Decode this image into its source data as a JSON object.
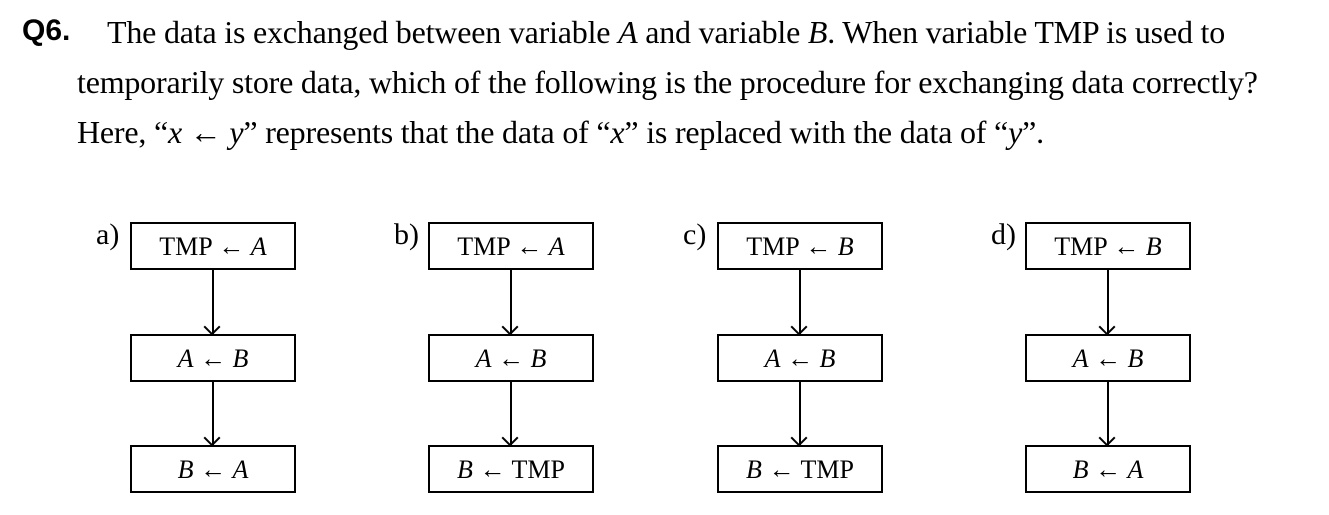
{
  "question": {
    "label": "Q6.",
    "line1": [
      {
        "t": "The data is exchanged between variable ",
        "i": false
      },
      {
        "t": "A",
        "i": true
      },
      {
        "t": " and variable ",
        "i": false
      },
      {
        "t": "B",
        "i": true
      },
      {
        "t": ". When variable TMP is used to",
        "i": false
      }
    ],
    "line2": "temporarily store data, which of the following is the procedure for exchanging data correctly?",
    "line3": [
      {
        "t": "Here, “",
        "i": false
      },
      {
        "t": "x",
        "i": true
      },
      {
        "t": " ← ",
        "i": false
      },
      {
        "t": "y",
        "i": true
      },
      {
        "t": "” represents that the data of “",
        "i": false
      },
      {
        "t": "x",
        "i": true
      },
      {
        "t": "” is replaced with the data of “",
        "i": false
      },
      {
        "t": "y",
        "i": true
      },
      {
        "t": "”.",
        "i": false
      }
    ]
  },
  "options": [
    {
      "letter": "a)",
      "steps": [
        {
          "lhs": "TMP",
          "rhs": "A"
        },
        {
          "lhs": "A",
          "rhs": "B"
        },
        {
          "lhs": "B",
          "rhs": "A"
        }
      ]
    },
    {
      "letter": "b)",
      "steps": [
        {
          "lhs": "TMP",
          "rhs": "A"
        },
        {
          "lhs": "A",
          "rhs": "B"
        },
        {
          "lhs": "B",
          "rhs": "TMP"
        }
      ]
    },
    {
      "letter": "c)",
      "steps": [
        {
          "lhs": "TMP",
          "rhs": "B"
        },
        {
          "lhs": "A",
          "rhs": "B"
        },
        {
          "lhs": "B",
          "rhs": "TMP"
        }
      ]
    },
    {
      "letter": "d)",
      "steps": [
        {
          "lhs": "TMP",
          "rhs": "B"
        },
        {
          "lhs": "A",
          "rhs": "B"
        },
        {
          "lhs": "B",
          "rhs": "A"
        }
      ]
    }
  ],
  "arrow_symbol": "←"
}
